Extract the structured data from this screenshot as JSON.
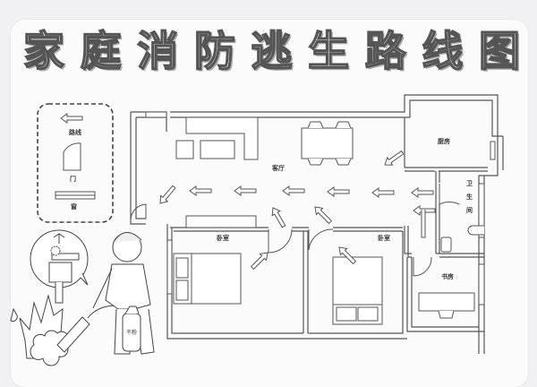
{
  "title": "家庭消防逃生路线图",
  "title_chars": [
    "家",
    "庭",
    "消",
    "防",
    "逃",
    "生",
    "路",
    "线",
    "图"
  ],
  "legend": {
    "items": [
      {
        "icon": "arrow-left-icon",
        "label": "路线"
      },
      {
        "icon": "door-icon",
        "label": "门"
      },
      {
        "icon": "window-icon",
        "label": "窗"
      }
    ]
  },
  "rooms": {
    "living_room": "客厅",
    "kitchen": "厨房",
    "bathroom": [
      "卫",
      "生",
      "间"
    ],
    "bedroom_1": "卧室",
    "bedroom_2": "卧室",
    "study": "书房"
  },
  "illustration": {
    "extinguisher_label": "干粉",
    "description": "Child using a fire extinguisher on a fire, with inset showing pulling the safety pin"
  },
  "colors": {
    "line": "#444444",
    "paper": "#fbfbfc",
    "background": "#f1f1f3"
  }
}
